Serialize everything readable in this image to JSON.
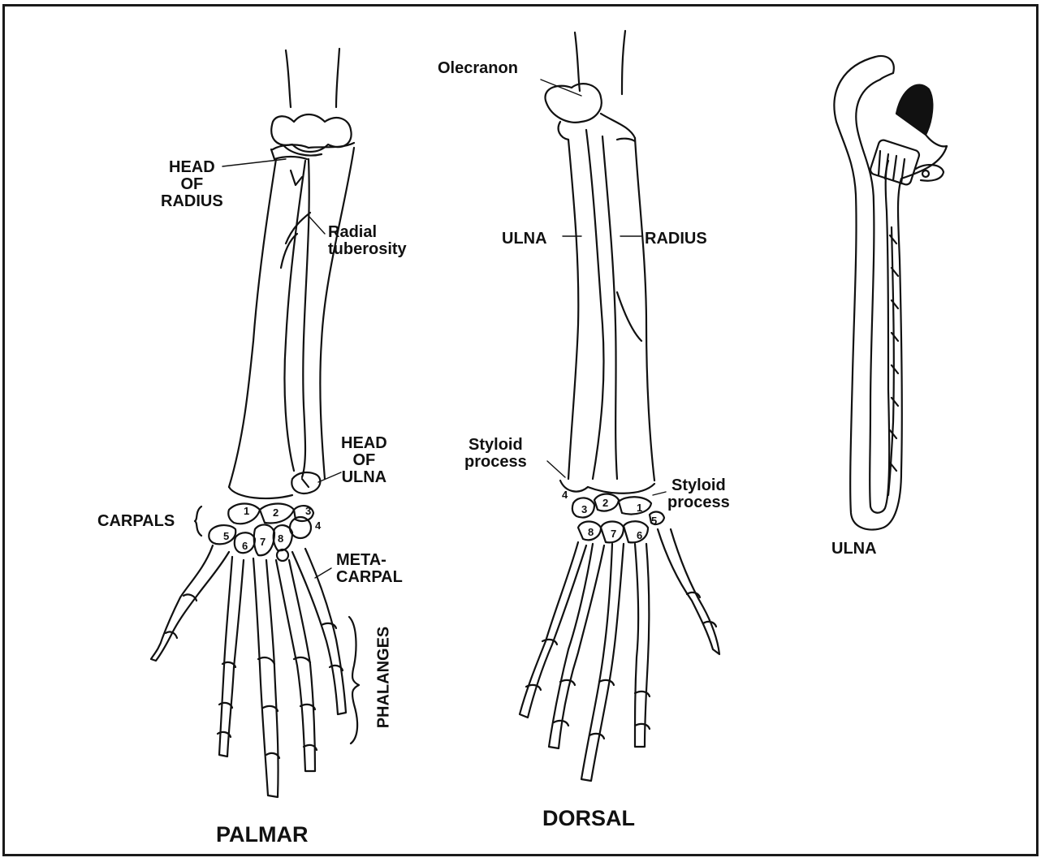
{
  "palmar": {
    "caption": "PALMAR",
    "labels": {
      "head_of_radius": [
        "HEAD",
        "OF",
        "RADIUS"
      ],
      "radial_tuberosity": [
        "Radial",
        "tuberosity"
      ],
      "head_of_ulna": [
        "HEAD",
        "OF",
        "ULNA"
      ],
      "carpals": "CARPALS",
      "metacarpal": [
        "META-",
        "CARPAL"
      ],
      "phalanges": "PHALANGES"
    },
    "carpal_numbers": [
      "1",
      "2",
      "3",
      "4",
      "5",
      "6",
      "7",
      "8"
    ]
  },
  "dorsal": {
    "caption": "DORSAL",
    "labels": {
      "olecranon": "Olecranon",
      "ulna": "ULNA",
      "radius": "RADIUS",
      "styloid_left": [
        "Styloid",
        "process"
      ],
      "styloid_right": [
        "Styloid",
        "process"
      ]
    },
    "carpal_numbers": [
      "1",
      "2",
      "3",
      "4",
      "5",
      "6",
      "7",
      "8"
    ]
  },
  "wrench": {
    "caption": "ULNA"
  },
  "colors": {
    "ink": "#111111",
    "paper": "#ffffff"
  }
}
